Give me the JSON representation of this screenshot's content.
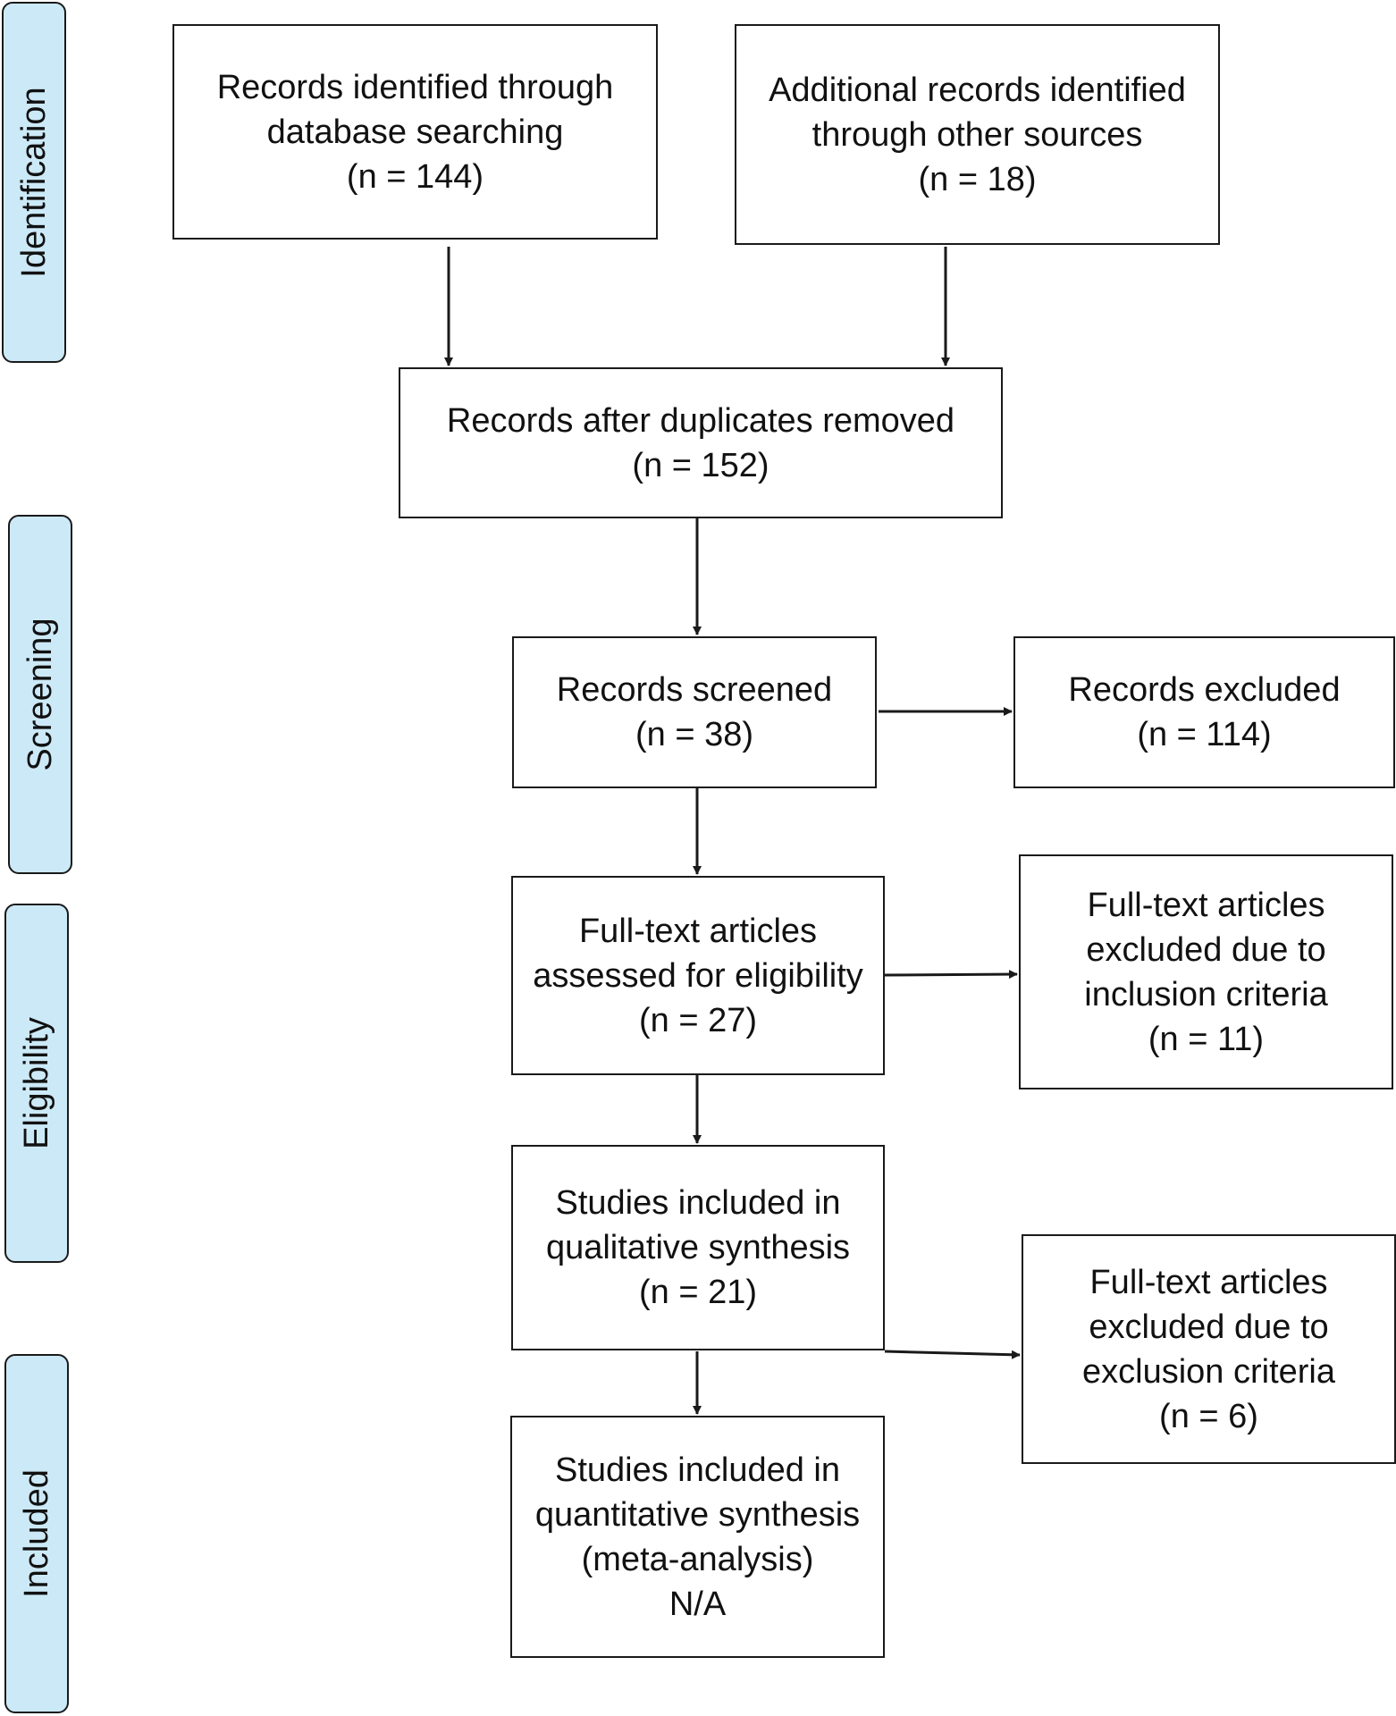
{
  "phases": {
    "identification": "Identification",
    "screening": "Screening",
    "eligibility": "Eligibility",
    "included": "Included"
  },
  "boxes": {
    "database_search": [
      "Records identified through",
      "database searching",
      "(n = 144)"
    ],
    "other_sources": [
      "Additional records identified",
      "through other sources",
      "(n = 18)"
    ],
    "after_duplicates": [
      "Records after duplicates removed",
      "(n = 152)"
    ],
    "screened": [
      "Records screened",
      "(n = 38)"
    ],
    "excluded": [
      "Records excluded",
      "(n = 114)"
    ],
    "fulltext_assessed": [
      "Full-text articles",
      "assessed for eligibility",
      "(n = 27)"
    ],
    "excluded_inclusion": [
      "Full-text articles",
      "excluded due to",
      "inclusion criteria",
      "(n = 11)"
    ],
    "qualitative": [
      "Studies included in",
      "qualitative synthesis",
      "(n = 21)"
    ],
    "excluded_exclusion": [
      "Full-text articles",
      "excluded due to",
      "exclusion criteria",
      "(n = 6)"
    ],
    "quantitative": [
      "Studies included in",
      "quantitative synthesis",
      "(meta-analysis)",
      "N/A"
    ]
  },
  "colors": {
    "phase_fill": "#cce9f7",
    "stroke": "#1a1a1a"
  }
}
